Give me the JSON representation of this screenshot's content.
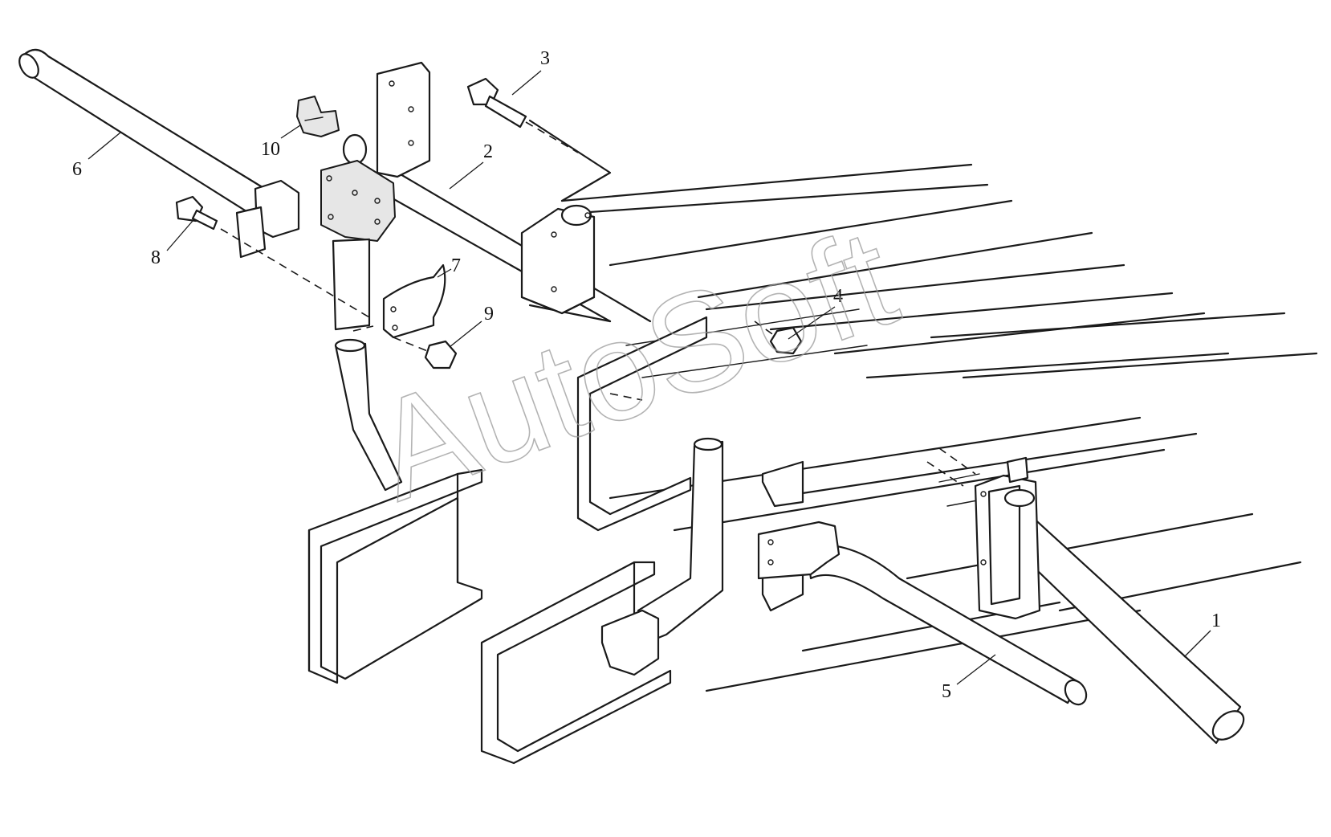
{
  "diagram": {
    "callouts": [
      {
        "id": "1",
        "label": "1"
      },
      {
        "id": "2",
        "label": "2"
      },
      {
        "id": "3",
        "label": "3"
      },
      {
        "id": "4",
        "label": "4"
      },
      {
        "id": "5",
        "label": "5"
      },
      {
        "id": "6",
        "label": "6"
      },
      {
        "id": "7",
        "label": "7"
      },
      {
        "id": "8",
        "label": "8"
      },
      {
        "id": "9",
        "label": "9"
      },
      {
        "id": "10",
        "label": "10"
      }
    ],
    "watermark": "AutoSoft"
  },
  "colors": {
    "line": "#1a1a1a",
    "background": "#ffffff",
    "watermark": "#9a9a9a"
  }
}
